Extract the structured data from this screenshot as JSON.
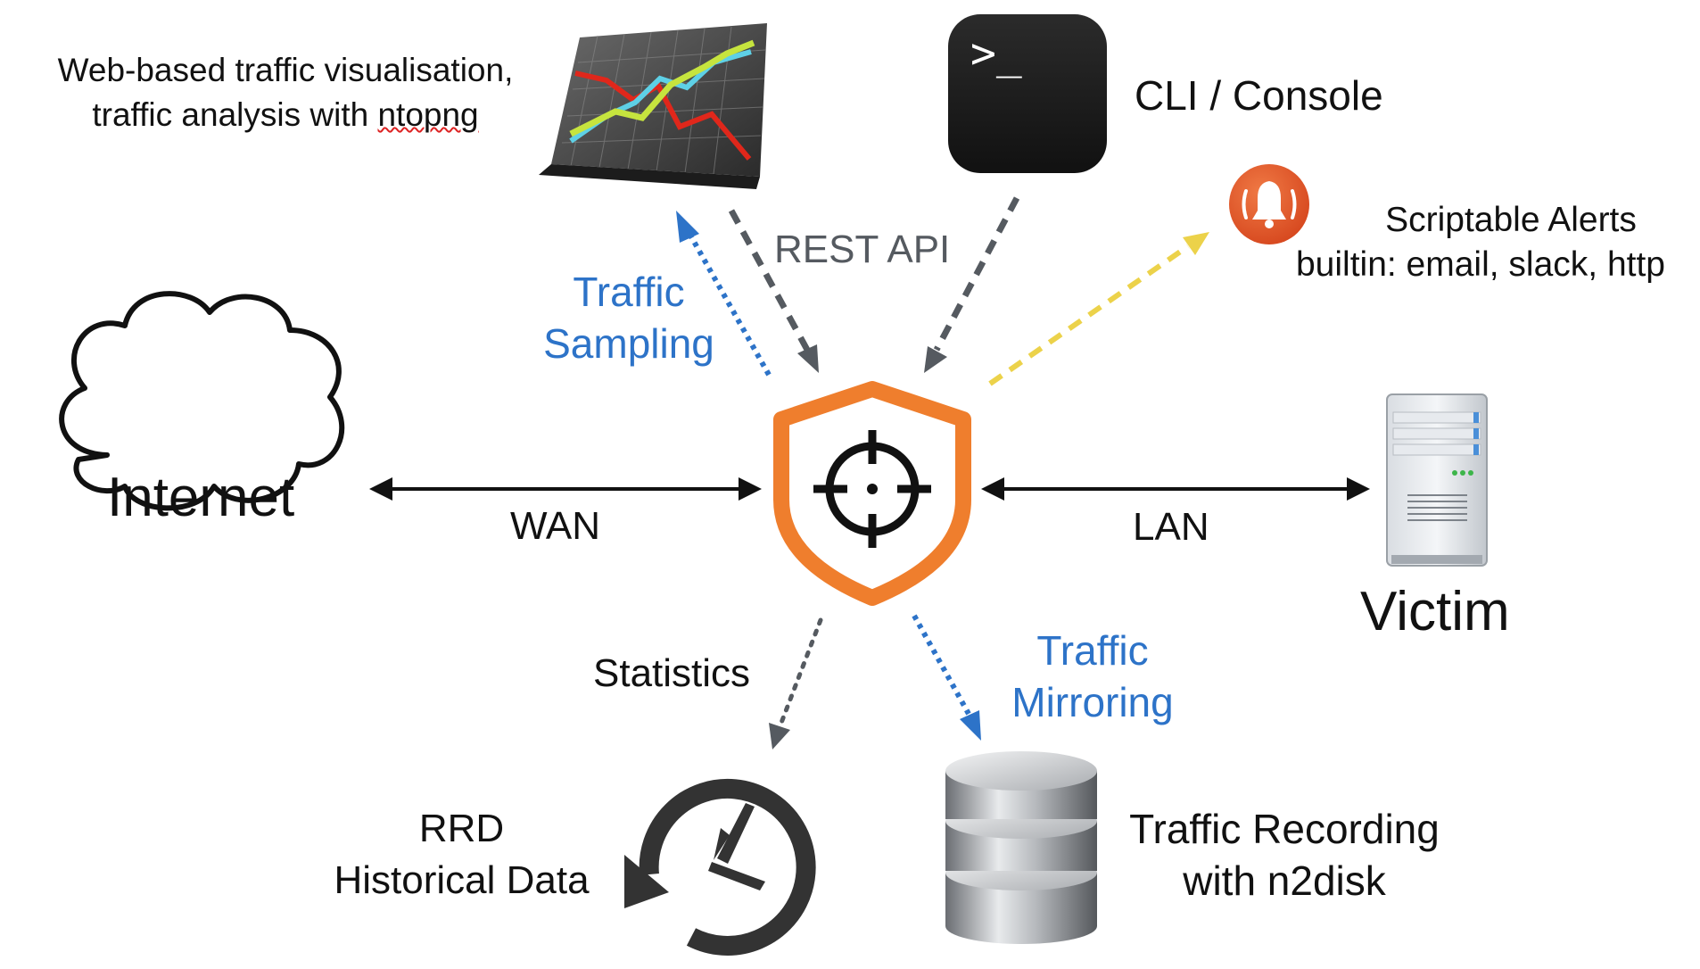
{
  "top_left": {
    "line1": "Web-based traffic visualisation,",
    "line2_prefix": "traffic analysis with ",
    "line2_link": "ntopng"
  },
  "cli_label": "CLI / Console",
  "terminal_prompt": ">_",
  "rest_api": "REST API",
  "traffic_sampling": {
    "line1": "Traffic",
    "line2": "Sampling"
  },
  "alerts": {
    "line1": "Scriptable Alerts",
    "line2": "builtin: email, slack, http"
  },
  "internet": "Internet",
  "wan": "WAN",
  "lan": "LAN",
  "victim": "Victim",
  "statistics": "Statistics",
  "traffic_mirroring": {
    "line1": "Traffic",
    "line2": "Mirroring"
  },
  "rrd": {
    "line1": "RRD",
    "line2": "Historical Data"
  },
  "recording": {
    "line1": "Traffic Recording",
    "line2": "with n2disk"
  },
  "colors": {
    "shield_orange": "#ef7e2d",
    "alert_orange": "#e0552a",
    "sampling_blue": "#2d73c8",
    "rest_gray": "#555a60",
    "alert_yellow": "#ecd24a",
    "text_blue": "#2d73c8"
  }
}
